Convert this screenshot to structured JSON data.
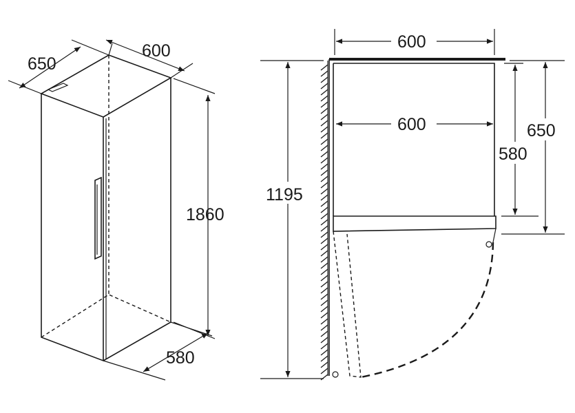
{
  "isometric_view": {
    "depth_label": "650",
    "width_label": "600",
    "height_label": "1860",
    "inner_depth_label": "580"
  },
  "plan_view": {
    "width_label": "600",
    "inner_width_label": "600",
    "depth_label": "650",
    "inner_depth_label": "580",
    "door_swing_label": "1195"
  }
}
